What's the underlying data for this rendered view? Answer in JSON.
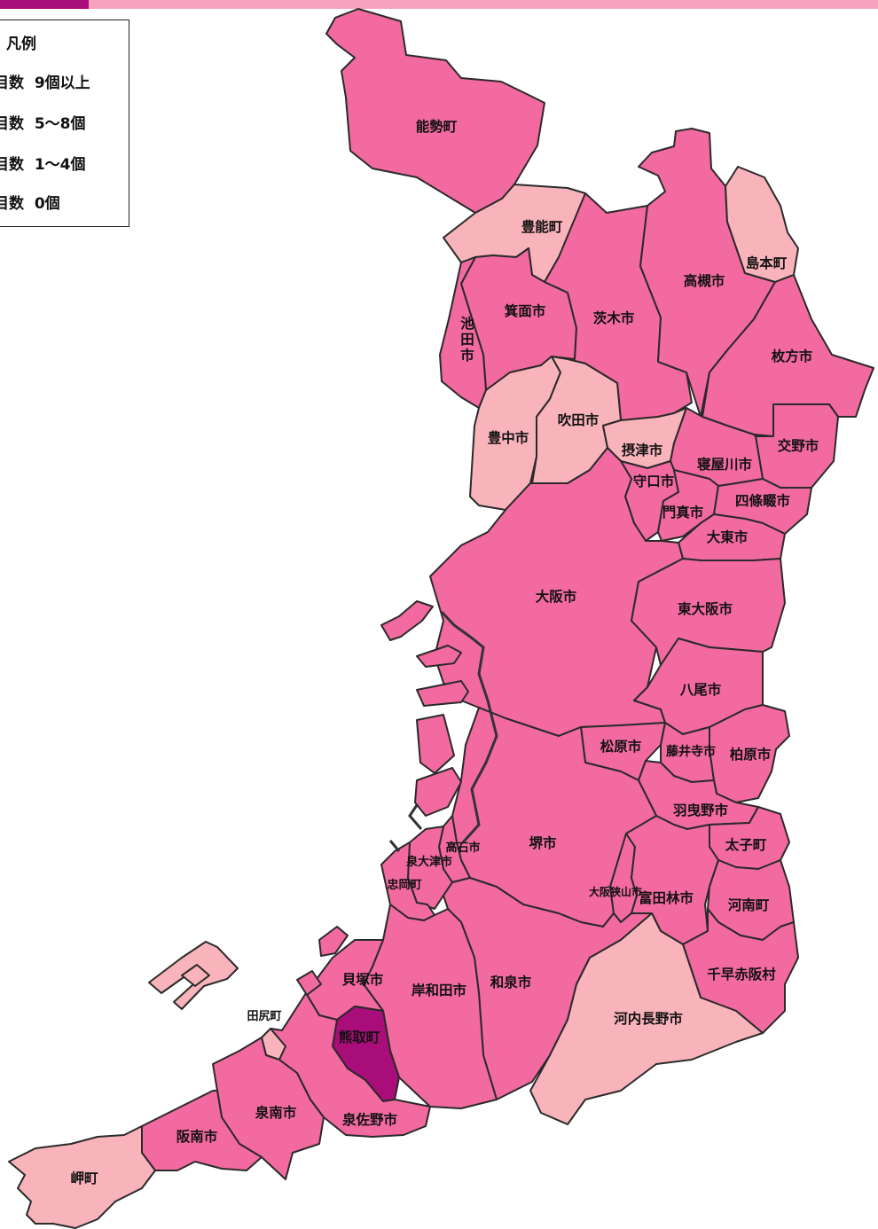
{
  "colors": {
    "level_high": "#a80d79",
    "level_mid": "#f36aa0",
    "level_low": "#f9b4bb",
    "level_none": "#ffffff",
    "topbar": "#f7a2bf",
    "topbar_accent": "#a80d79",
    "border": "#2a2a2a"
  },
  "legend": {
    "title": "凡例",
    "items": [
      {
        "label": "目数",
        "value": "9個以上",
        "level": "high"
      },
      {
        "label": "目数",
        "value": "5〜8個",
        "level": "mid"
      },
      {
        "label": "目数",
        "value": "1〜4個",
        "level": "low"
      },
      {
        "label": "目数",
        "value": "0個",
        "level": "none"
      }
    ]
  },
  "map": {
    "regions": [
      {
        "name": "能勢町",
        "level": "mid"
      },
      {
        "name": "豊能町",
        "level": "low"
      },
      {
        "name": "箕面市",
        "level": "mid"
      },
      {
        "name": "茨木市",
        "level": "mid"
      },
      {
        "name": "高槻市",
        "level": "mid"
      },
      {
        "name": "島本町",
        "level": "low"
      },
      {
        "name": "池田市",
        "level": "mid"
      },
      {
        "name": "枚方市",
        "level": "mid"
      },
      {
        "name": "豊中市",
        "level": "low"
      },
      {
        "name": "吹田市",
        "level": "low"
      },
      {
        "name": "摂津市",
        "level": "low"
      },
      {
        "name": "交野市",
        "level": "mid"
      },
      {
        "name": "寝屋川市",
        "level": "mid"
      },
      {
        "name": "守口市",
        "level": "mid"
      },
      {
        "name": "門真市",
        "level": "mid"
      },
      {
        "name": "四條畷市",
        "level": "mid"
      },
      {
        "name": "大東市",
        "level": "mid"
      },
      {
        "name": "大阪市",
        "level": "mid"
      },
      {
        "name": "東大阪市",
        "level": "mid"
      },
      {
        "name": "八尾市",
        "level": "mid"
      },
      {
        "name": "松原市",
        "level": "mid"
      },
      {
        "name": "藤井寺市",
        "level": "mid"
      },
      {
        "name": "柏原市",
        "level": "mid"
      },
      {
        "name": "羽曳野市",
        "level": "mid"
      },
      {
        "name": "堺市",
        "level": "mid"
      },
      {
        "name": "高石市",
        "level": "mid"
      },
      {
        "name": "泉大津市",
        "level": "mid"
      },
      {
        "name": "忠岡町",
        "level": "mid"
      },
      {
        "name": "太子町",
        "level": "mid"
      },
      {
        "name": "大阪狭山市",
        "level": "mid"
      },
      {
        "name": "富田林市",
        "level": "mid"
      },
      {
        "name": "河南町",
        "level": "mid"
      },
      {
        "name": "千早赤阪村",
        "level": "mid"
      },
      {
        "name": "和泉市",
        "level": "mid"
      },
      {
        "name": "岸和田市",
        "level": "mid"
      },
      {
        "name": "貝塚市",
        "level": "mid"
      },
      {
        "name": "河内長野市",
        "level": "low"
      },
      {
        "name": "田尻町",
        "level": "low"
      },
      {
        "name": "熊取町",
        "level": "high"
      },
      {
        "name": "泉南市",
        "level": "mid"
      },
      {
        "name": "泉佐野市",
        "level": "mid"
      },
      {
        "name": "阪南市",
        "level": "mid"
      },
      {
        "name": "岬町",
        "level": "low"
      }
    ]
  }
}
